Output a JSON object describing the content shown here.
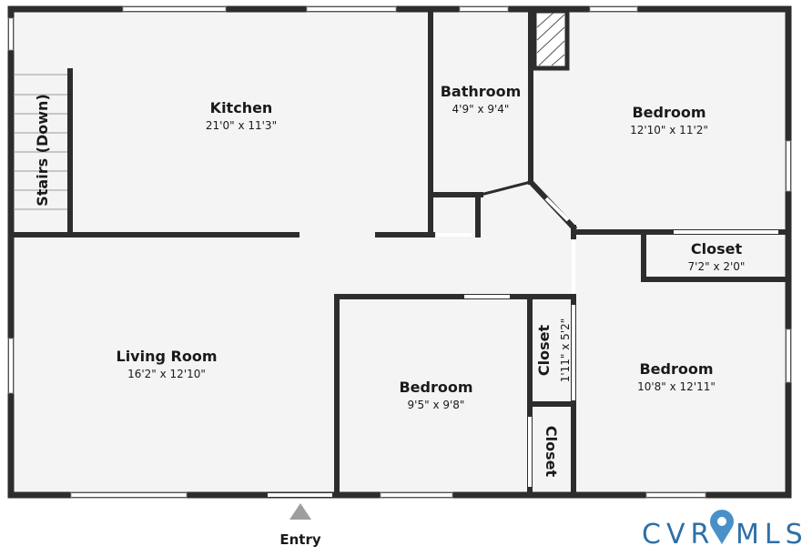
{
  "rooms": {
    "kitchen": {
      "name": "Kitchen",
      "dim": "21'0\" x 11'3\""
    },
    "bathroom": {
      "name": "Bathroom",
      "dim": "4'9\" x 9'4\""
    },
    "bedroom_ne": {
      "name": "Bedroom",
      "dim": "12'10\" x 11'2\""
    },
    "closet_ne": {
      "name": "Closet",
      "dim": "7'2\" x 2'0\""
    },
    "living_room": {
      "name": "Living Room",
      "dim": "16'2\" x 12'10\""
    },
    "bedroom_s": {
      "name": "Bedroom",
      "dim": "9'5\" x 9'8\""
    },
    "closet_mid": {
      "name": "Closet",
      "dim": "1'11\" x 5'2\""
    },
    "closet_small": {
      "name": "Closet"
    },
    "bedroom_se": {
      "name": "Bedroom",
      "dim": "10'8\" x 12'11\""
    },
    "stairs": {
      "name": "Stairs (Down)"
    }
  },
  "entry": {
    "label": "Entry"
  },
  "logo": {
    "left": "CVR",
    "right": "MLS",
    "brand_color": "#2f6fa7",
    "pin_color": "#4a90c8"
  },
  "colors": {
    "wall": "#2d2d2d",
    "floor": "#f4f4f4",
    "window": "#ffffff",
    "arrow": "#9e9e9e"
  }
}
